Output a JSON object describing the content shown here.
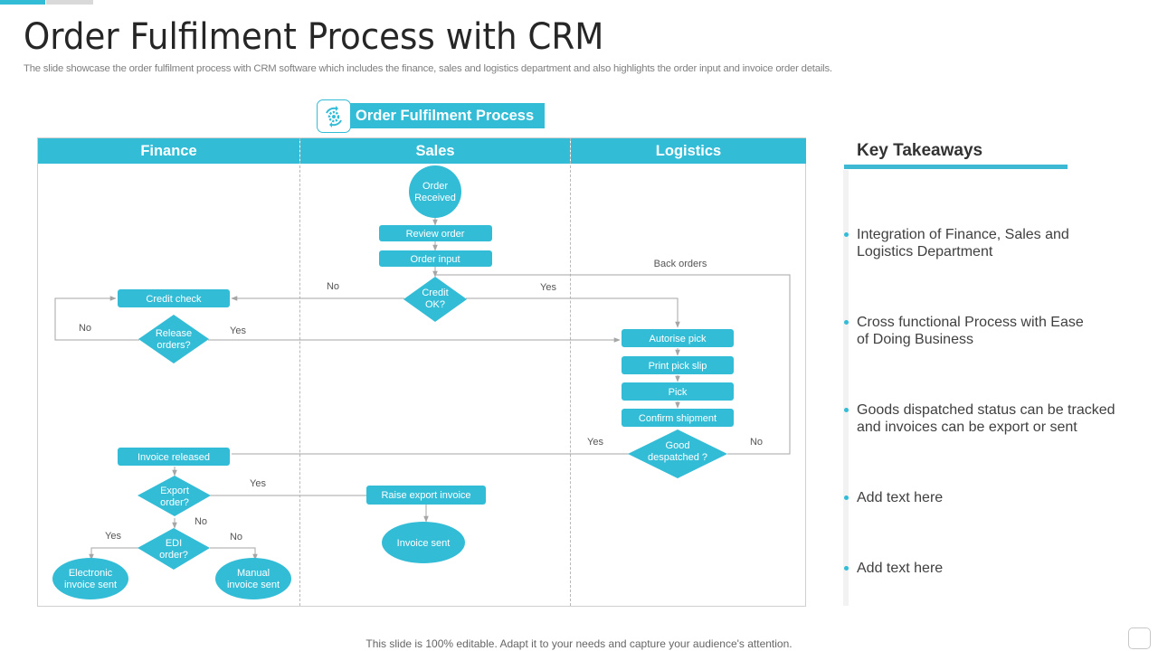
{
  "slide": {
    "title": "Order Fulfilment Process with CRM",
    "subtitle": "The slide showcase the order fulfilment process with CRM software which includes the finance, sales and logistics department and also highlights the order input and invoice order details.",
    "footer": "This slide is 100% editable. Adapt it to your needs and capture your audience's attention."
  },
  "process": {
    "label": "Order Fulfilment Process",
    "icon": "gear-cycle-icon"
  },
  "colors": {
    "accent": "#33bcd6",
    "connector": "#a6a6a6",
    "text_dark": "#262626",
    "text_muted": "#7f7f7f"
  },
  "lanes": [
    {
      "label": "Finance"
    },
    {
      "label": "Sales"
    },
    {
      "label": "Logistics"
    }
  ],
  "nodes": {
    "order_received": {
      "lines": [
        "Order",
        "Received"
      ],
      "shape": "circle",
      "lane": "Sales"
    },
    "review_order": {
      "lines": [
        "Review order"
      ],
      "shape": "rect",
      "lane": "Sales"
    },
    "order_input": {
      "lines": [
        "Order input"
      ],
      "shape": "rect",
      "lane": "Sales"
    },
    "credit_ok": {
      "lines": [
        "Credit",
        "OK?"
      ],
      "shape": "diamond",
      "lane": "Sales"
    },
    "credit_check": {
      "lines": [
        "Credit check"
      ],
      "shape": "rect",
      "lane": "Finance"
    },
    "release_orders": {
      "lines": [
        "Release",
        "orders?"
      ],
      "shape": "diamond",
      "lane": "Finance"
    },
    "autorise_pick": {
      "lines": [
        "Autorise pick"
      ],
      "shape": "rect",
      "lane": "Logistics"
    },
    "print_pick_slip": {
      "lines": [
        "Print  pick slip"
      ],
      "shape": "rect",
      "lane": "Logistics"
    },
    "pick": {
      "lines": [
        "Pick"
      ],
      "shape": "rect",
      "lane": "Logistics"
    },
    "confirm_shipment": {
      "lines": [
        "Confirm shipment"
      ],
      "shape": "rect",
      "lane": "Logistics"
    },
    "good_despatched": {
      "lines": [
        "Good",
        "despatched ?"
      ],
      "shape": "diamond",
      "lane": "Logistics"
    },
    "invoice_released": {
      "lines": [
        "Invoice released"
      ],
      "shape": "rect",
      "lane": "Finance"
    },
    "export_order": {
      "lines": [
        "Export",
        "order?"
      ],
      "shape": "diamond",
      "lane": "Finance"
    },
    "edi_order": {
      "lines": [
        "EDI",
        "order?"
      ],
      "shape": "diamond",
      "lane": "Finance"
    },
    "electronic_invoice_sent": {
      "lines": [
        "Electronic",
        "invoice sent"
      ],
      "shape": "ellipse",
      "lane": "Finance"
    },
    "manual_invoice_sent": {
      "lines": [
        "Manual",
        "invoice sent"
      ],
      "shape": "ellipse",
      "lane": "Finance"
    },
    "raise_export_invoice": {
      "lines": [
        "Raise export invoice"
      ],
      "shape": "rect",
      "lane": "Sales"
    },
    "invoice_sent": {
      "lines": [
        "Invoice sent"
      ],
      "shape": "ellipse",
      "lane": "Sales"
    }
  },
  "edge_labels": {
    "credit_no": "No",
    "credit_yes": "Yes",
    "back_orders": "Back orders",
    "release_no": "No",
    "release_yes": "Yes",
    "despatched_yes": "Yes",
    "despatched_no": "No",
    "export_yes": "Yes",
    "export_no": "No",
    "edi_yes": "Yes",
    "edi_no": "No"
  },
  "key_takeaways": {
    "title": "Key Takeaways",
    "items": [
      {
        "line1": "Integration  of Finance, Sales and",
        "line2": "Logistics Department"
      },
      {
        "line1": "Cross functional  Process with Ease",
        "line2": "of Doing Business"
      },
      {
        "line1": "Goods dispatched status can be tracked",
        "line2": "and invoices can be export or sent"
      },
      {
        "line1": "Add text here",
        "line2": ""
      },
      {
        "line1": "Add text here",
        "line2": ""
      }
    ]
  }
}
